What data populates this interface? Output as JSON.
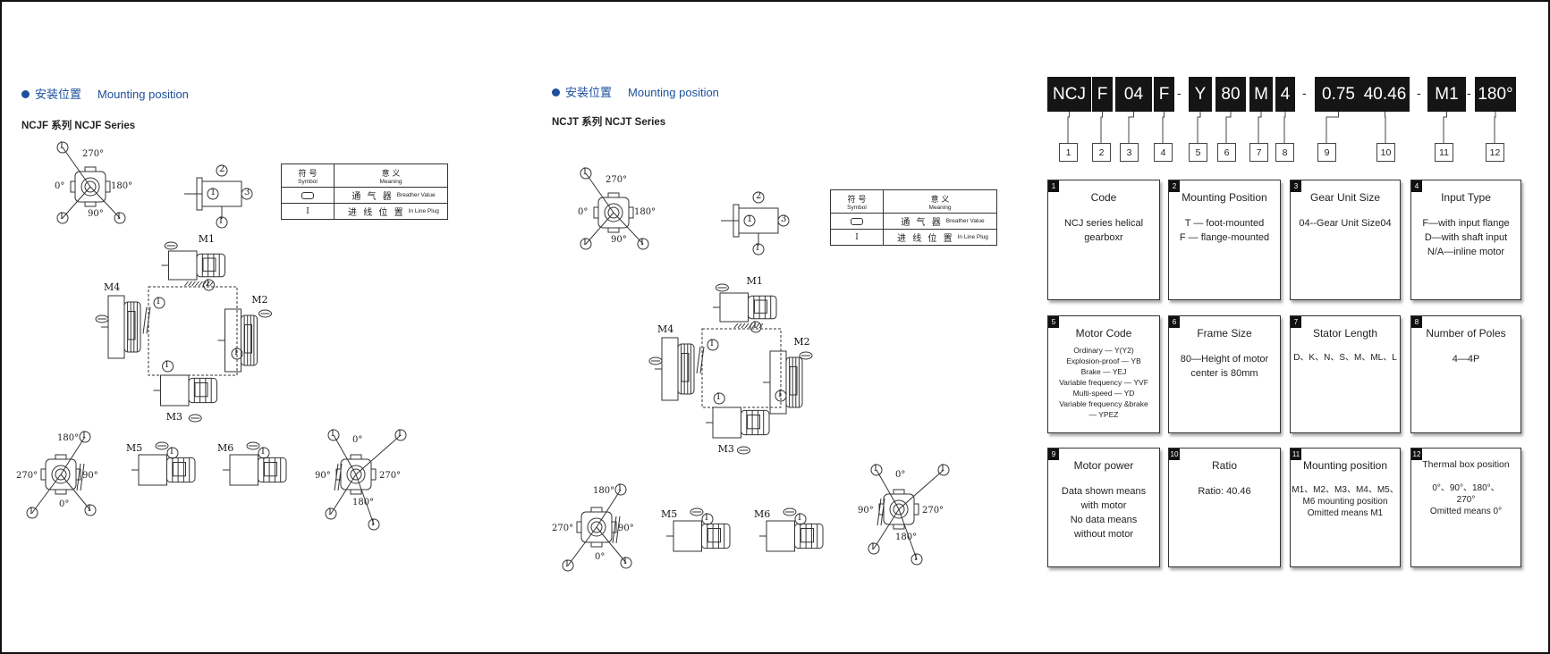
{
  "left": {
    "heading_zh": "安装位置",
    "heading_en": "Mounting position",
    "series_label": "NCJF 系列  NCJF   Series"
  },
  "middle": {
    "heading_zh": "安装位置",
    "heading_en": "Mounting position",
    "series_label": "NCJT 系列  NCJT   Series"
  },
  "legend": {
    "symbol_zh": "符 号",
    "symbol_en": "Symbol",
    "meaning_zh": "意 义",
    "meaning_en": "Meaning",
    "breather_zh": "通 气 器",
    "breather_en": "Breather Value",
    "plug_symbol": "Ⅰ",
    "plug_zh": "进 线 位 置",
    "plug_en": "In Line Plug"
  },
  "angles": {
    "a0": "0°",
    "a90": "90°",
    "a180": "180°",
    "a270": "270°"
  },
  "plug_mark": "Ⅰ",
  "detail_marks": [
    "1",
    "2",
    "3"
  ],
  "positions": [
    "M1",
    "M2",
    "M3",
    "M4",
    "M5",
    "M6"
  ],
  "model_code": {
    "segments": [
      "NCJ",
      "F",
      "04",
      "F",
      "Y",
      "80",
      "M",
      "4",
      "0.75",
      "40.46",
      "M1",
      "180°"
    ],
    "dash": "-",
    "numbers": [
      "1",
      "2",
      "3",
      "4",
      "5",
      "6",
      "7",
      "8",
      "9",
      "10",
      "11",
      "12"
    ]
  },
  "cards": [
    {
      "n": "1",
      "title": "Code",
      "body": "NCJ series helical\ngearboxr"
    },
    {
      "n": "2",
      "title": "Mounting Position",
      "body": "T — foot-mounted\nF — flange-mounted"
    },
    {
      "n": "3",
      "title": "Gear Unit Size",
      "body": "04--Gear Unit Size04"
    },
    {
      "n": "4",
      "title": "Input Type",
      "body": "F—with input flange\nD—with shaft input\nN/A—inline motor"
    },
    {
      "n": "5",
      "title": "Motor Code",
      "body": "Ordinary — Y(Y2)\nExplosion-proof — YB\nBrake — YEJ\nVariable frequency — YVF\nMulti-speed — YD\nVariable frequency &brake\n— YPEZ"
    },
    {
      "n": "6",
      "title": "Frame Size",
      "body": "80—Height of motor\ncenter is 80mm"
    },
    {
      "n": "7",
      "title": "Stator Length",
      "body": "D、K、N、S、M、ML、L"
    },
    {
      "n": "8",
      "title": "Number of Poles",
      "body": "4—4P"
    },
    {
      "n": "9",
      "title": "Motor power",
      "body": "Data shown means\nwith motor\nNo data means\nwithout motor"
    },
    {
      "n": "10",
      "title": "Ratio",
      "body": "Ratio: 40.46"
    },
    {
      "n": "11",
      "title": "Mounting position",
      "body": "M1、M2、M3、M4、M5、\nM6 mounting  position\nOmitted means M1"
    },
    {
      "n": "12",
      "title": "Thermal box position",
      "body": "0°、90°、180°、\n270°\nOmitted means 0°"
    }
  ]
}
